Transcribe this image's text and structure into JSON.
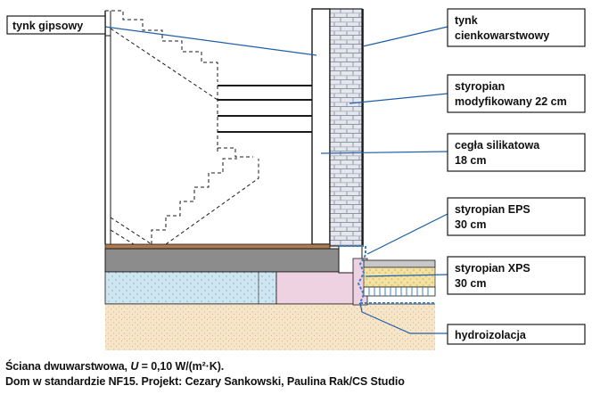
{
  "labels": {
    "tynk_gipsowy": "tynk gipsowy",
    "tynk_cienko_1": "tynk",
    "tynk_cienko_2": "cienkowarstwowy",
    "styropian_mod_1": "styropian",
    "styropian_mod_2": "modyfikowany 22 cm",
    "cegla_1": "cegła silikatowa",
    "cegla_2": "18 cm",
    "eps_1": "styropian EPS",
    "eps_2": "30 cm",
    "xps_1": "styropian XPS",
    "xps_2": "30 cm",
    "hydro": "hydroizolacja"
  },
  "caption": {
    "line1_pre": "Ściana dwuwarstwowa, ",
    "line1_u": "U",
    "line1_post": " = 0,10 W/(m²·K).",
    "line2": "Dom w standardzie NF15. Projekt: Cezary Sankowski, Paulina Rak/CS Studio"
  },
  "colors": {
    "callout_line": "#1f5fa8",
    "label_border": "#1a1a1a",
    "insulation_wall": "#d8dde6",
    "concrete_slab": "#8c8c8c",
    "floor_finish": "#b07a4e",
    "eps_blue": "#cfe6f1",
    "eps_pink": "#eed2e2",
    "sand": "#f6e5c9",
    "hydro_blue": "#3b7fc0"
  }
}
